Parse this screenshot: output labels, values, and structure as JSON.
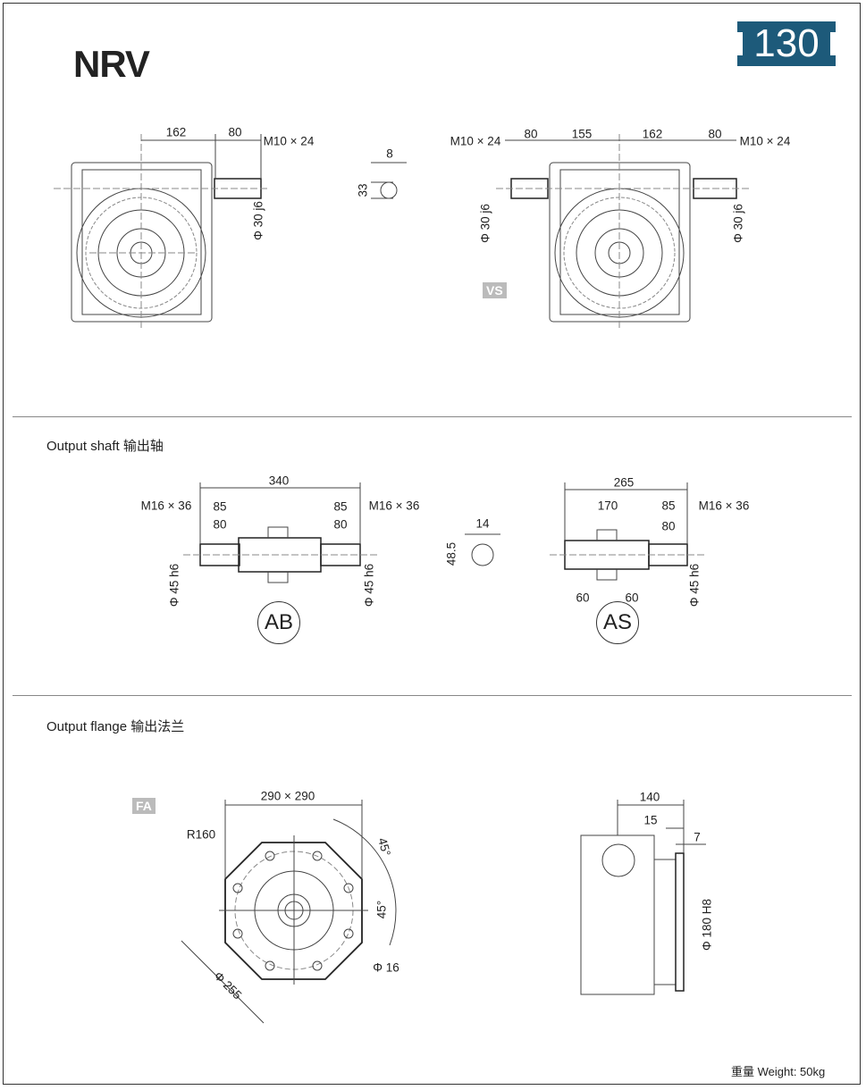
{
  "header": {
    "title": "NRV",
    "size_badge": "130"
  },
  "top_views": {
    "left": {
      "dim_center_to_face": "162",
      "dim_shaft_length": "80",
      "thread": "M10 × 24",
      "shaft_dia": "Φ 30 j6"
    },
    "key": {
      "width": "8",
      "height": "33"
    },
    "right": {
      "thread_left": "M10 × 24",
      "dim_left_shaft": "80",
      "dim_left": "155",
      "dim_right": "162",
      "dim_right_shaft": "80",
      "thread_right": "M10 × 24",
      "shaft_dia_left": "Φ 30 j6",
      "shaft_dia_right": "Φ 30 j6",
      "tag": "VS"
    }
  },
  "output_shaft": {
    "heading": "Output shaft 输出轴",
    "ab": {
      "total": "340",
      "left_85": "85",
      "right_85": "85",
      "left_80": "80",
      "right_80": "80",
      "thread_left": "M16 × 36",
      "thread_right": "M16 × 36",
      "dia_left": "Φ 45 h6",
      "dia_right": "Φ 45 h6",
      "label": "AB"
    },
    "key": {
      "width": "14",
      "height": "48.5"
    },
    "as": {
      "total": "265",
      "dim_170": "170",
      "dim_85": "85",
      "dim_80": "80",
      "thread": "M16 × 36",
      "dim_60_left": "60",
      "dim_60_right": "60",
      "dia": "Φ 45 h6",
      "label": "AS"
    }
  },
  "output_flange": {
    "heading": "Output flange 输出法兰",
    "tag": "FA",
    "front": {
      "square": "290 × 290",
      "radius": "R160",
      "angle_1": "45°",
      "angle_2": "45°",
      "bolt_circle": "Φ 255",
      "hole": "Φ 16"
    },
    "side": {
      "length": "140",
      "flange_offset": "15",
      "flange_thickness": "7",
      "pilot": "Φ 180 H8"
    }
  },
  "footer": {
    "weight": "重量 Weight: 50kg"
  }
}
